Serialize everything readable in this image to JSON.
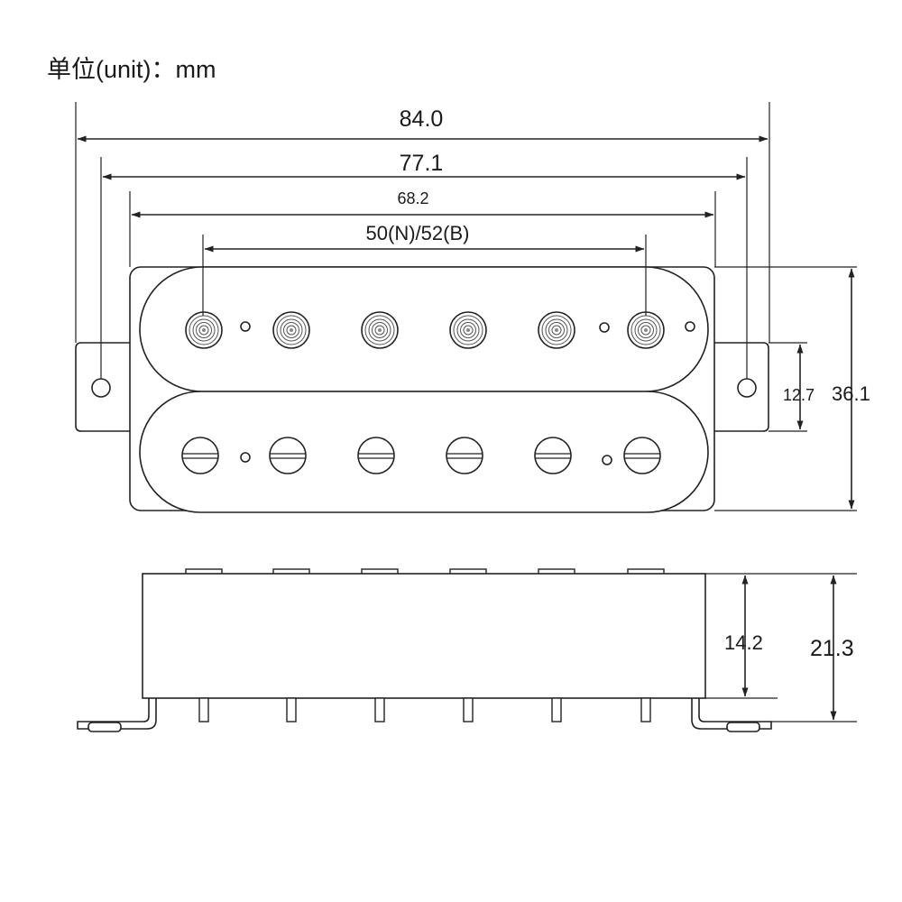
{
  "unit_label": "单位(unit)：mm",
  "top_view": {
    "dims": {
      "overall_length": "84.0",
      "mount_hole_spacing": "77.1",
      "base_length": "68.2",
      "pole_spacing": "50(N)/52(B)",
      "tab_width": "12.7",
      "overall_width": "36.1"
    },
    "rows": [
      {
        "name": "upper-coil",
        "pole_style": "adjustable-screw",
        "pole_count": 6
      },
      {
        "name": "lower-coil",
        "pole_style": "slotted-screw",
        "pole_count": 6
      }
    ]
  },
  "side_view": {
    "dims": {
      "body_height": "14.2",
      "overall_height": "21.3"
    }
  }
}
